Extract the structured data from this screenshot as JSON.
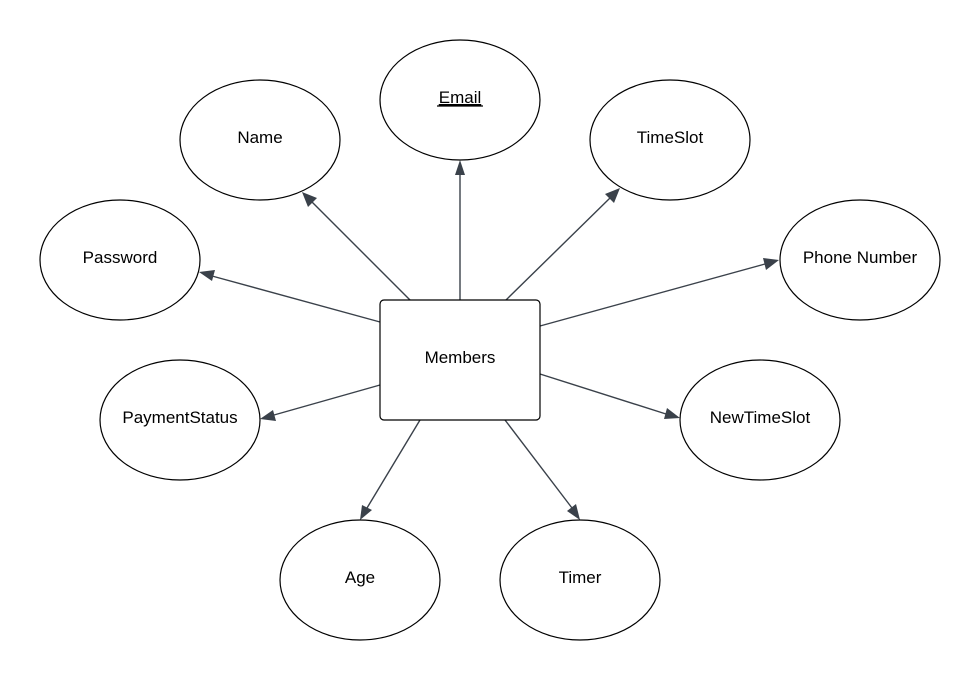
{
  "entity": {
    "label": "Members"
  },
  "attributes": {
    "email": {
      "label": "Email",
      "is_key": true
    },
    "name": {
      "label": "Name"
    },
    "timeslot": {
      "label": "TimeSlot"
    },
    "password": {
      "label": "Password"
    },
    "phone_number": {
      "label": "Phone Number"
    },
    "payment_status": {
      "label": "PaymentStatus"
    },
    "new_timeslot": {
      "label": "NewTimeSlot"
    },
    "age": {
      "label": "Age"
    },
    "timer": {
      "label": "Timer"
    }
  },
  "relations": [
    {
      "from": "entity",
      "to": "email"
    },
    {
      "from": "entity",
      "to": "name"
    },
    {
      "from": "entity",
      "to": "timeslot"
    },
    {
      "from": "entity",
      "to": "password"
    },
    {
      "from": "entity",
      "to": "phone_number"
    },
    {
      "from": "entity",
      "to": "payment_status"
    },
    {
      "from": "entity",
      "to": "new_timeslot"
    },
    {
      "from": "entity",
      "to": "age"
    },
    {
      "from": "entity",
      "to": "timer"
    }
  ],
  "colors": {
    "stroke": "#000000",
    "edge": "#3a414a",
    "fill": "#ffffff"
  }
}
